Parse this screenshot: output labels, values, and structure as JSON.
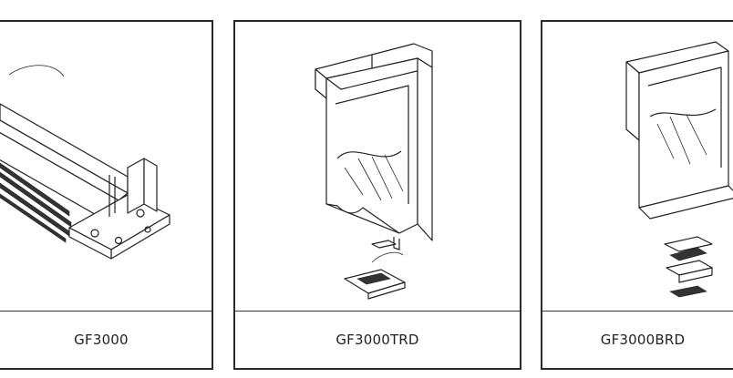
{
  "products": [
    {
      "name": "GF3000"
    },
    {
      "name": "GF3000TRD"
    },
    {
      "name": "GF3000BRD"
    }
  ],
  "colors": {
    "border": "#2b2b2b",
    "text": "#222222",
    "background": "#ffffff"
  }
}
